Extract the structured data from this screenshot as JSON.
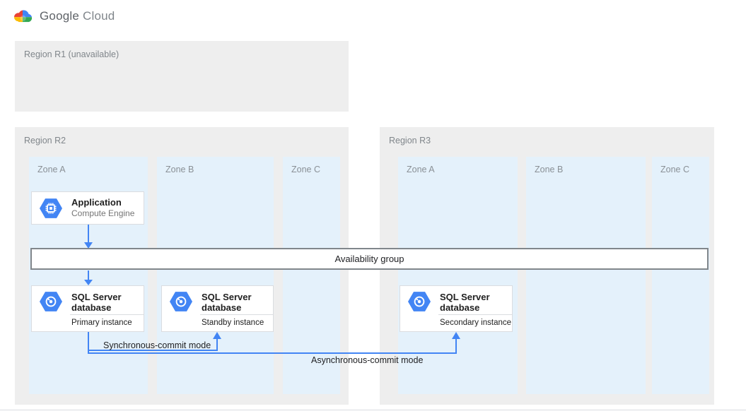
{
  "header": {
    "brand": "Google",
    "product": "Cloud"
  },
  "regions": {
    "r1": {
      "label": "Region R1 (unavailable)"
    },
    "r2": {
      "label": "Region R2",
      "zones": [
        "Zone A",
        "Zone B",
        "Zone C"
      ]
    },
    "r3": {
      "label": "Region R3",
      "zones": [
        "Zone A",
        "Zone B",
        "Zone C"
      ]
    }
  },
  "nodes": {
    "application": {
      "title": "Application",
      "subtitle": "Compute Engine",
      "icon": "compute-engine-icon"
    },
    "availability_group": {
      "label": "Availability group"
    },
    "primary_db": {
      "title": "SQL Server database",
      "instance": "Primary instance",
      "icon": "cloud-sql-icon"
    },
    "standby_db": {
      "title": "SQL Server database",
      "instance": "Standby instance",
      "icon": "cloud-sql-icon"
    },
    "secondary_db": {
      "title": "SQL Server database",
      "instance": "Secondary instance",
      "icon": "cloud-sql-icon"
    }
  },
  "edges": {
    "sync_label": "Synchronous-commit mode",
    "async_label": "Asynchronous-commit mode"
  },
  "colors": {
    "region_bg": "#eeeeee",
    "zone_bg": "#e4f1fb",
    "arrow_blue": "#4285f4",
    "hexagon_blue": "#4285f4",
    "bar_border": "#80868b",
    "logo_blue": "#4285f4",
    "logo_red": "#ea4335",
    "logo_yellow": "#fbbc05",
    "logo_green": "#34a853"
  }
}
